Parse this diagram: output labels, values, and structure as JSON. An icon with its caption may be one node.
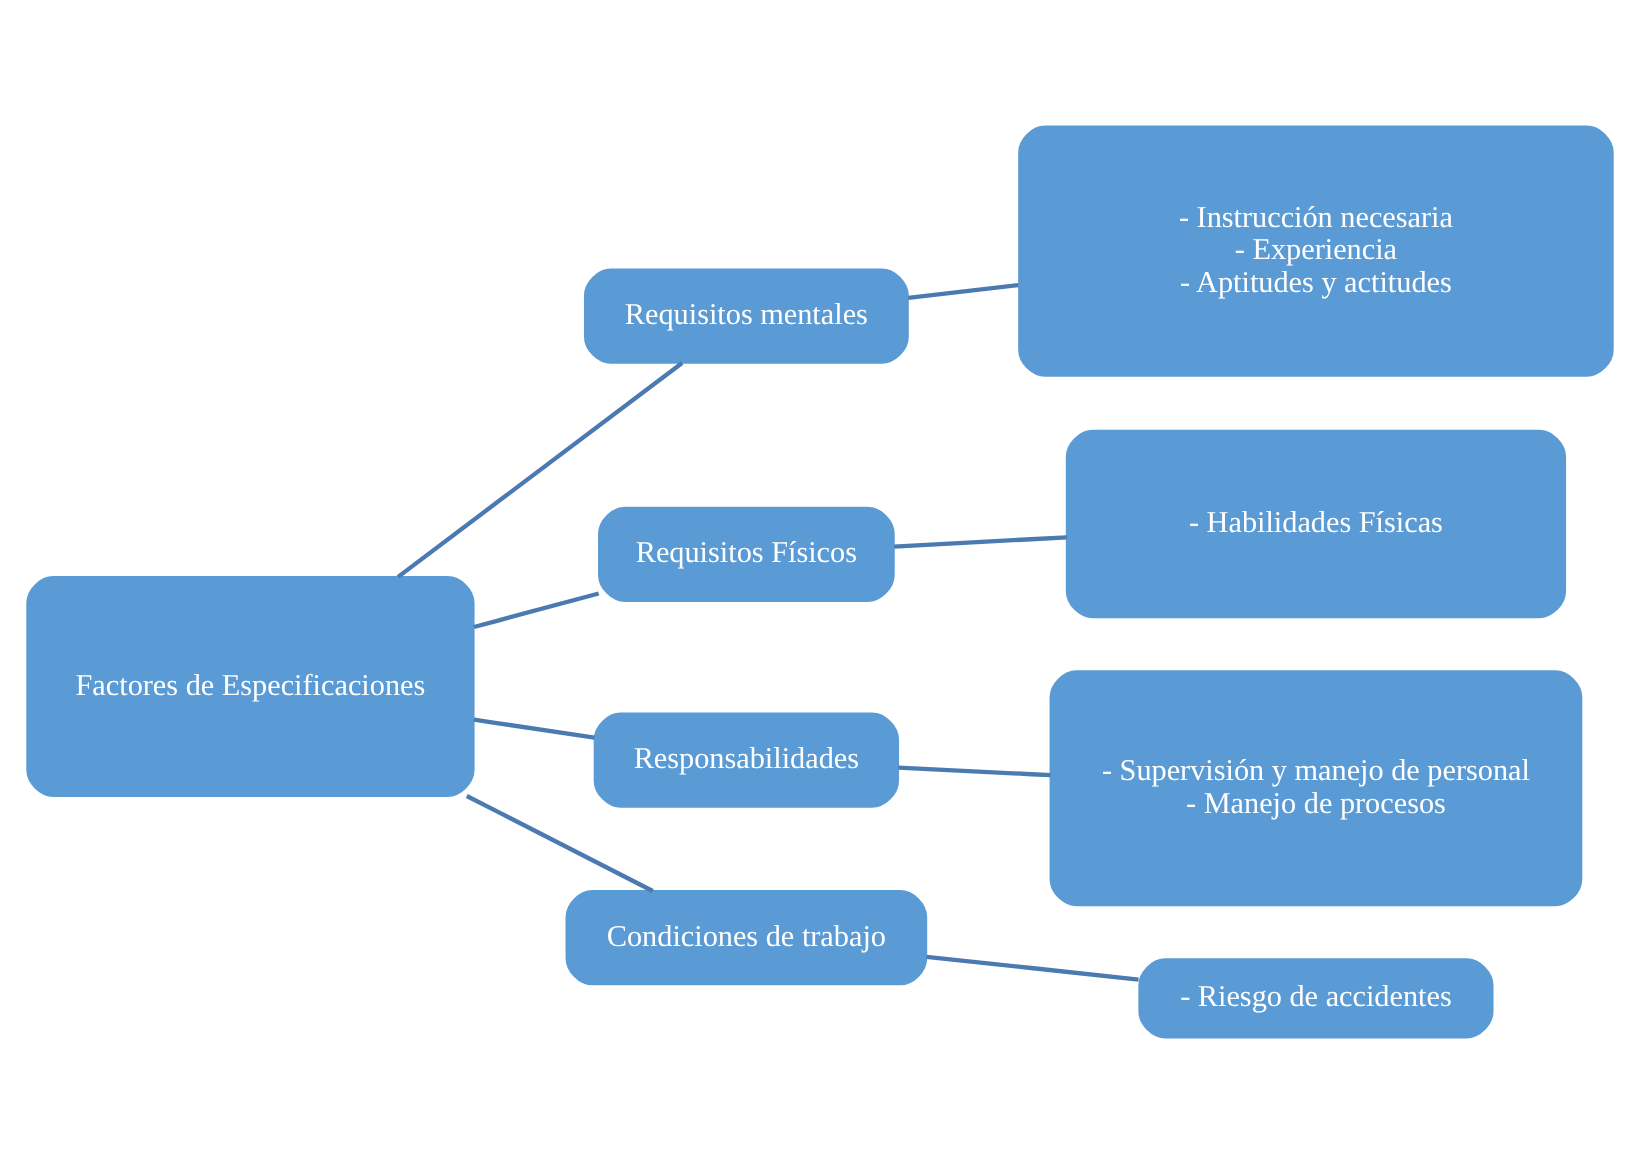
{
  "diagram": {
    "nodes": [
      {
        "text": [
          "Factores de Especificaciones"
        ]
      },
      {
        "text": [
          "Requisitos mentales"
        ]
      },
      {
        "text": [
          "Requisitos Físicos"
        ]
      },
      {
        "text": [
          "Responsabilidades"
        ]
      },
      {
        "text": [
          "Condiciones de trabajo"
        ]
      },
      {
        "text": [
          "- Instrucción necesaria",
          "- Experiencia",
          "- Aptitudes y actitudes"
        ]
      },
      {
        "text": [
          "- Habilidades Físicas"
        ]
      },
      {
        "text": [
          "- Supervisión y manejo de personal",
          "- Manejo de procesos"
        ]
      },
      {
        "text": [
          "- Riesgo de accidentes"
        ]
      }
    ],
    "edges": [
      {
        "from": 0,
        "to": 1,
        "arrow": "none"
      },
      {
        "from": 0,
        "to": 2,
        "arrow": "none"
      },
      {
        "from": 0,
        "to": 3,
        "arrow": "none"
      },
      {
        "from": 0,
        "to": 4,
        "arrow": "none"
      },
      {
        "from": 1,
        "to": 5,
        "arrow": "none"
      },
      {
        "from": 2,
        "to": 6,
        "arrow": "none"
      },
      {
        "from": 3,
        "to": 7,
        "arrow": "none"
      },
      {
        "from": 4,
        "to": 8,
        "arrow": "none"
      }
    ]
  }
}
